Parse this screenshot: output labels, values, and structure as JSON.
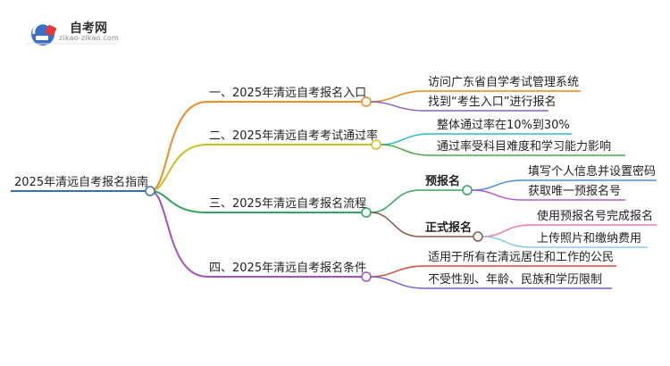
{
  "logo": {
    "name": "自考网",
    "url": "zikao-zikao.com"
  },
  "mindmap": {
    "root": "2025年清远自考报名指南",
    "branches": [
      {
        "label": "一、2025年清远自考报名入口",
        "color": "#f08a24",
        "children": [
          "访问广东省自学考试管理系统",
          "找到“考生入口”进行报名"
        ]
      },
      {
        "label": "二、2025年清远自考考试通过率",
        "color": "#c9c01f",
        "children": [
          "整体通过率在10%到30%",
          "通过率受科目难度和学习能力影响"
        ]
      },
      {
        "label": "三、2025年清远自考报名流程",
        "color": "#2ea85a",
        "subgroups": [
          {
            "label": "预报名",
            "children": [
              "填写个人信息并设置密码",
              "获取唯一预报名号"
            ]
          },
          {
            "label": "正式报名",
            "children": [
              "使用预报名号完成报名",
              "上传照片和缴纳费用"
            ]
          }
        ]
      },
      {
        "label": "四、2025年清远自考报名条件",
        "color": "#a44fc4",
        "children": [
          "适用于所有在清远居住和工作的公民",
          "不受性别、年龄、民族和学历限制"
        ]
      }
    ]
  }
}
